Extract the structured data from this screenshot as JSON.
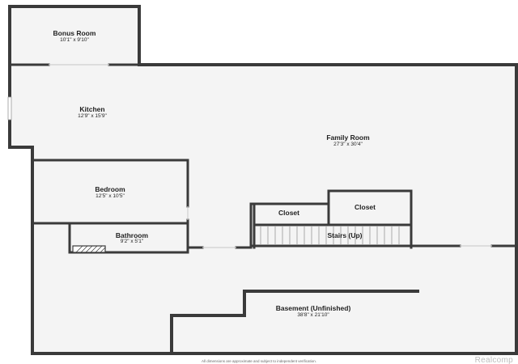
{
  "rooms": {
    "bonus": {
      "name": "Bonus Room",
      "dims": "10'1\" x 9'10\""
    },
    "kitchen": {
      "name": "Kitchen",
      "dims": "12'9\" x 15'9\""
    },
    "family": {
      "name": "Family Room",
      "dims": "27'3\" x 30'4\""
    },
    "bedroom": {
      "name": "Bedroom",
      "dims": "12'5\" x 10'5\""
    },
    "bathroom": {
      "name": "Bathroom",
      "dims": "9'2\" x 5'1\""
    },
    "closet1": {
      "name": "Closet"
    },
    "closet2": {
      "name": "Closet"
    },
    "stairs": {
      "name": "Stairs (Up)"
    },
    "basement": {
      "name": "Basement (Unfinished)",
      "dims": "38'8\" x 21'10\""
    }
  },
  "footer": {
    "disclaimer": "All dimensions are approximate and subject to independent verification.",
    "brand": "Realcomp"
  },
  "colors": {
    "wall": "#3a3a3a",
    "floor": "#f4f4f4",
    "text": "#222222"
  }
}
